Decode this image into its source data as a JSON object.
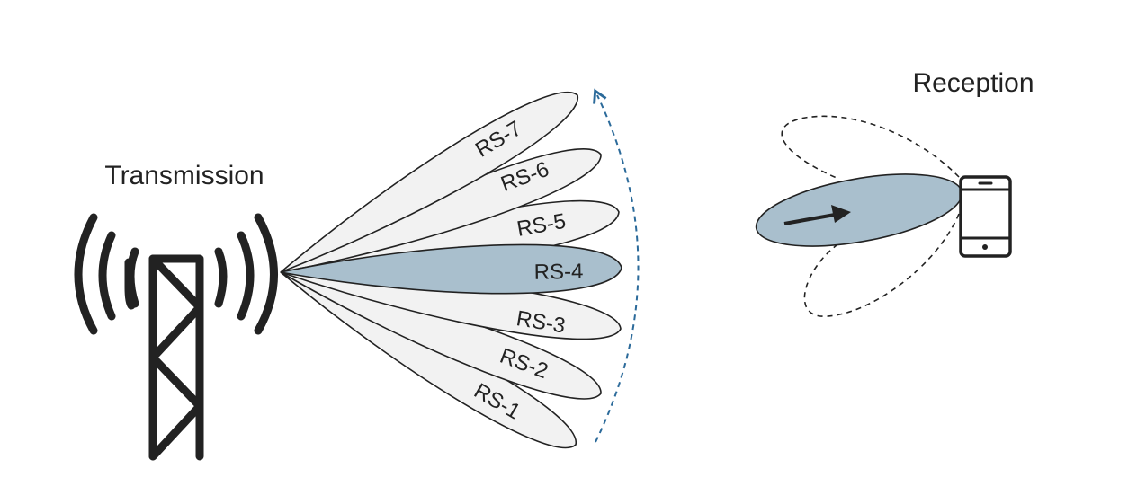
{
  "labels": {
    "transmission": "Transmission",
    "reception": "Reception"
  },
  "beams": [
    {
      "label": "RS-1",
      "selected": false
    },
    {
      "label": "RS-2",
      "selected": false
    },
    {
      "label": "RS-3",
      "selected": false
    },
    {
      "label": "RS-4",
      "selected": true
    },
    {
      "label": "RS-5",
      "selected": false
    },
    {
      "label": "RS-6",
      "selected": false
    },
    {
      "label": "RS-7",
      "selected": false
    }
  ],
  "colors": {
    "beam_fill": "#f2f2f2",
    "selected_fill": "#a9bfcd",
    "outline": "#222222",
    "sweep_arrow": "#2b6a9a"
  },
  "icons": {
    "tower": "cell-tower-icon",
    "phone": "smartphone-icon"
  }
}
